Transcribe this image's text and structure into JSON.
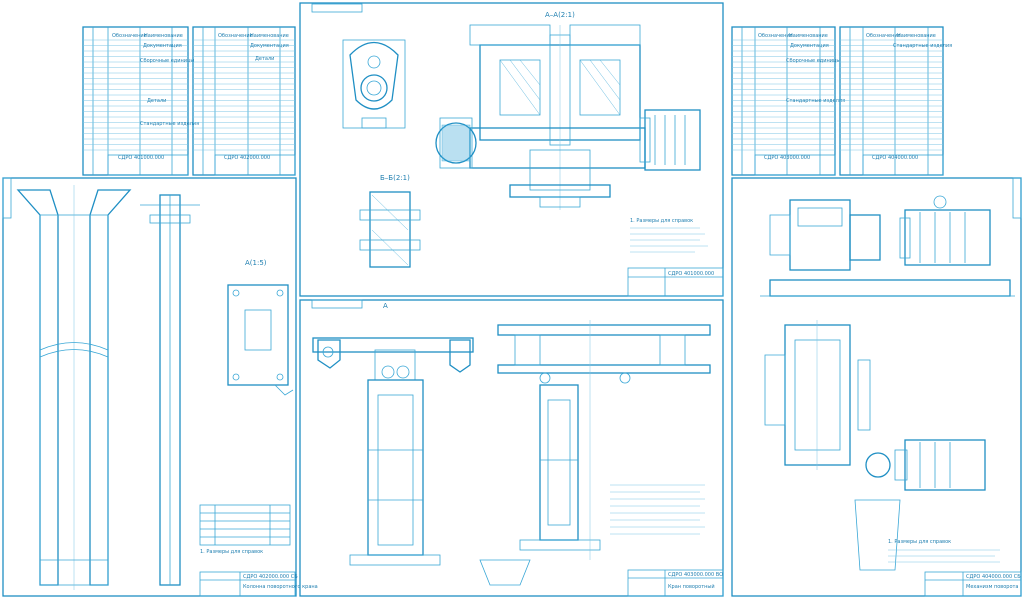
{
  "sheets": {
    "spec_1": {
      "stamp": "СДРО 401000.000"
    },
    "spec_2": {
      "stamp": "СДРО 402000.000"
    },
    "spec_3": {
      "stamp": "СДРО 403000.000"
    },
    "spec_4": {
      "stamp": "СДРО 404000.000"
    },
    "gearbox_section": {
      "title": "А–А(2:1)",
      "title_b": "Б–Б(2:1)",
      "stamp": "СДРО 401000.000"
    },
    "column": {
      "title": "А(1:5)",
      "stamp": "СДРО 402000.000 СБ"
    },
    "trolley": {
      "title": "А",
      "stamp": "СДРО 403000.000 ВО"
    },
    "drive": {
      "stamp": "СДРО 404000.000 СБ"
    }
  },
  "table_labels": {
    "spec_col_designation": "Обозначение",
    "spec_col_name": "Наименование",
    "doc_section": "Документация",
    "assembly_section": "Сборочные единицы",
    "parts_section": "Детали",
    "standard_section": "Стандартные изделия"
  },
  "notes": {
    "gearbox": "1. Размеры для справок",
    "column": "1. Размеры для справок",
    "drive": "1. Размеры для справок"
  },
  "stamp_captions": {
    "column": "Колонна поворотного крана",
    "trolley": "Кран поворотный",
    "drive": "Механизм поворота"
  }
}
